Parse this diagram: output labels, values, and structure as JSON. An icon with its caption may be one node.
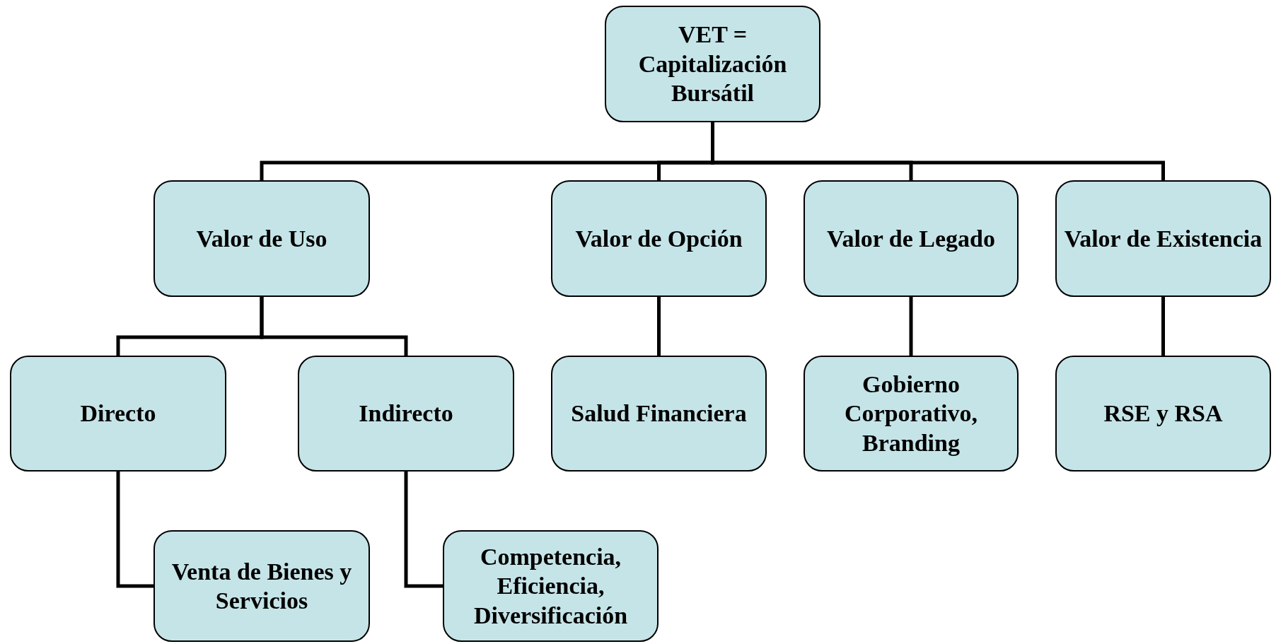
{
  "diagram": {
    "nodes": [
      {
        "text": [
          "VET = Capitalización Bursátil"
        ]
      },
      {
        "text": [
          "Valor de Uso"
        ]
      },
      {
        "text": [
          "Valor de Opción"
        ]
      },
      {
        "text": [
          "Valor de Legado"
        ]
      },
      {
        "text": [
          "Valor de Existencia"
        ]
      },
      {
        "text": [
          "Directo"
        ]
      },
      {
        "text": [
          "Indirecto"
        ]
      },
      {
        "text": [
          "Salud Financiera"
        ]
      },
      {
        "text": [
          "Gobierno Corporativo, Branding"
        ]
      },
      {
        "text": [
          "RSE y RSA"
        ]
      },
      {
        "text": [
          "Venta de Bienes y Servicios"
        ]
      },
      {
        "text": [
          "Competencia, Eficiencia, Diversificación"
        ]
      }
    ],
    "edges": [
      {
        "from": 0,
        "to": 1,
        "arrow": "none"
      },
      {
        "from": 0,
        "to": 2,
        "arrow": "none"
      },
      {
        "from": 0,
        "to": 3,
        "arrow": "none"
      },
      {
        "from": 0,
        "to": 4,
        "arrow": "none"
      },
      {
        "from": 1,
        "to": 5,
        "arrow": "none"
      },
      {
        "from": 1,
        "to": 6,
        "arrow": "none"
      },
      {
        "from": 2,
        "to": 7,
        "arrow": "none"
      },
      {
        "from": 3,
        "to": 8,
        "arrow": "none"
      },
      {
        "from": 4,
        "to": 9,
        "arrow": "none"
      },
      {
        "from": 5,
        "to": 10,
        "arrow": "none"
      },
      {
        "from": 6,
        "to": 11,
        "arrow": "none"
      }
    ]
  }
}
